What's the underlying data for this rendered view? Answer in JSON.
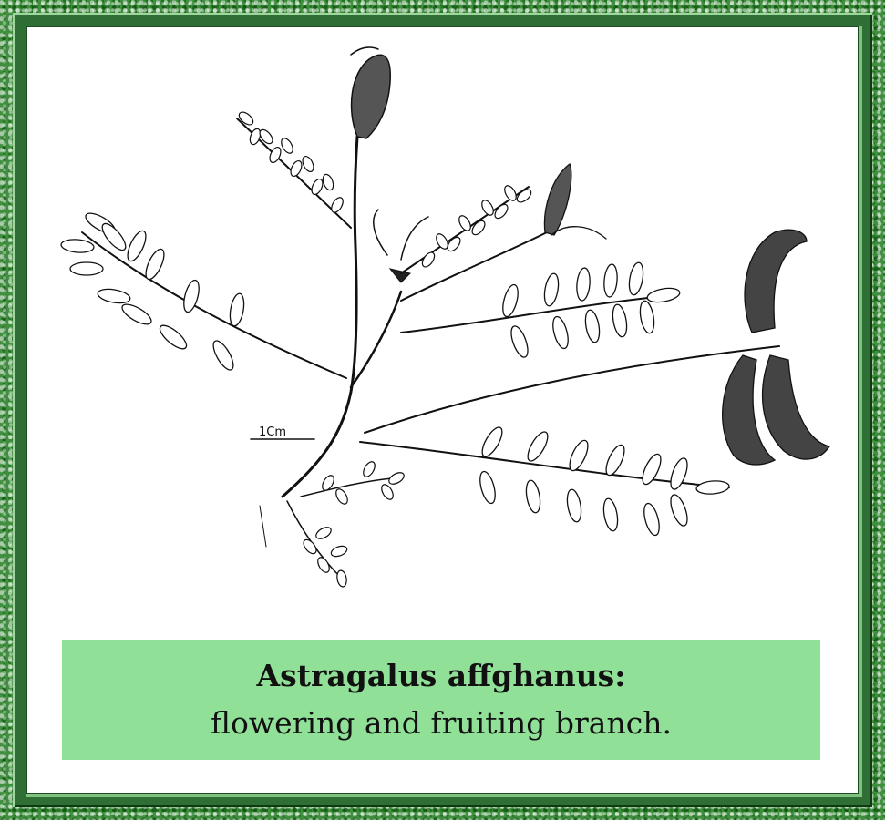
{
  "caption": {
    "title": "Astragalus affghanus:",
    "subtitle": "flowering and fruiting branch."
  },
  "scale_bar": {
    "label": "1Cm"
  },
  "colors": {
    "frame_green": "#3f8f3f",
    "caption_background": "#90e098",
    "ink": "#111111"
  }
}
